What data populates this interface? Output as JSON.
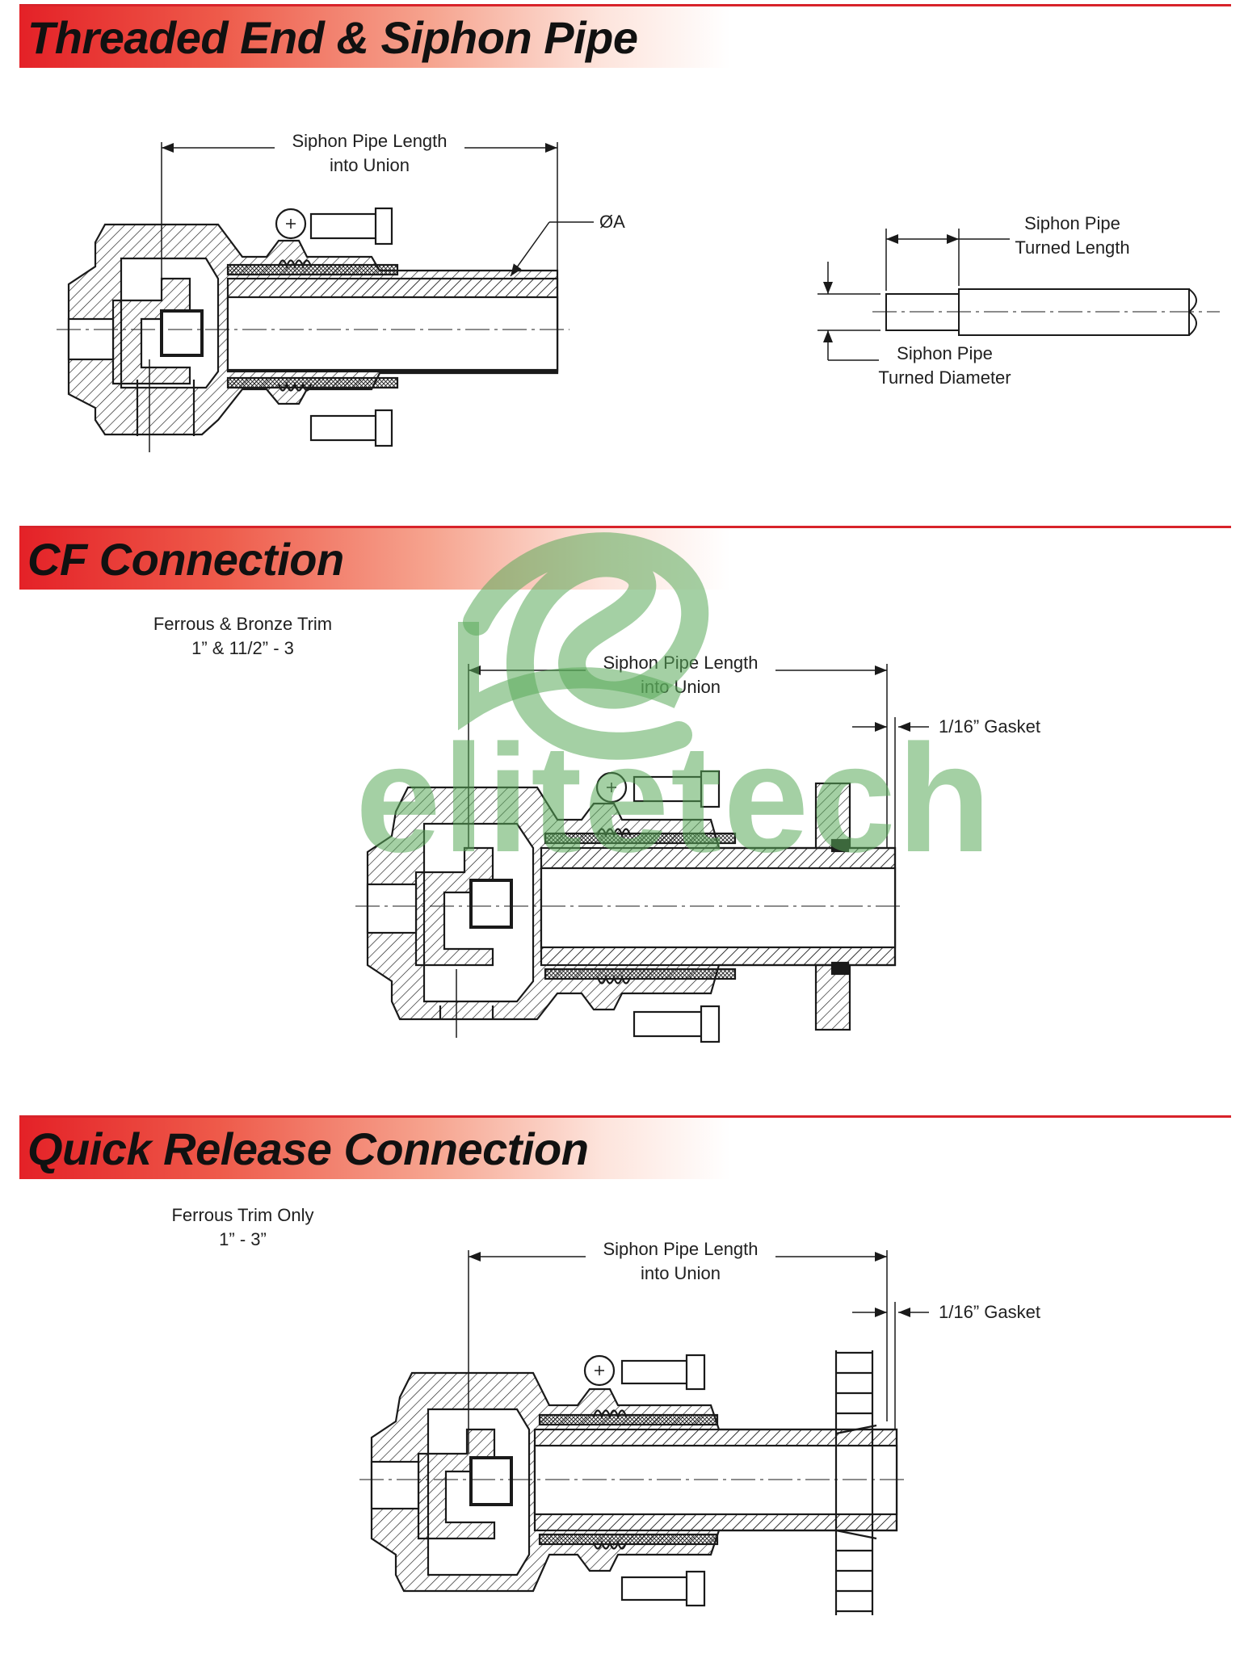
{
  "sections": [
    {
      "title": "Threaded End & Siphon Pipe"
    },
    {
      "title": "CF Connection",
      "note_line1": "Ferrous & Bronze Trim",
      "note_line2": "1” & 11/2” - 3"
    },
    {
      "title": "Quick Release Connection",
      "note_line1": "Ferrous Trim Only",
      "note_line2": "1” - 3”"
    }
  ],
  "labels": {
    "siphon_length_line1": "Siphon Pipe Length",
    "siphon_length_line2": "into Union",
    "diameter_a": "ØA",
    "turned_length_line1": "Siphon Pipe",
    "turned_length_line2": "Turned Length",
    "turned_diameter_line1": "Siphon Pipe",
    "turned_diameter_line2": "Turned Diameter",
    "gasket": "1/16” Gasket"
  },
  "watermark": {
    "text": "elitetech",
    "color": "#5aaa5a"
  },
  "colors": {
    "accent": "#e42127",
    "line": "#1a1a1a"
  }
}
